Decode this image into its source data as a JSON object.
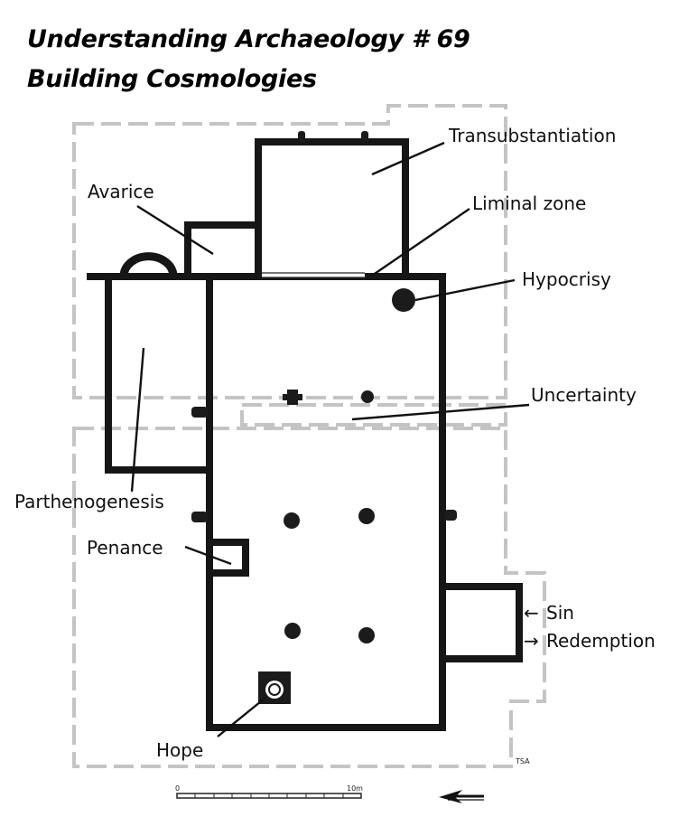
{
  "title": {
    "line1": "Understanding Archaeology # 69",
    "line2": "Building Cosmologies"
  },
  "labels": {
    "transubstantiation": "Transubstantiation",
    "avarice": "Avarice",
    "liminal_zone": "Liminal zone",
    "hypocrisy": "Hypocrisy",
    "uncertainty": "Uncertainty",
    "parthenogenesis": "Parthenogenesis",
    "penance": "Penance",
    "sin": "Sin",
    "redemption": "Redemption",
    "hope": "Hope"
  },
  "arrows": {
    "sin": "←",
    "redemption": "→"
  },
  "credit": "TSA",
  "scale_bar": {
    "start": "0",
    "end": "10m"
  },
  "colors": {
    "wall": "#161616",
    "dashed_outline": "#c4c4c4",
    "text": "#111111"
  }
}
